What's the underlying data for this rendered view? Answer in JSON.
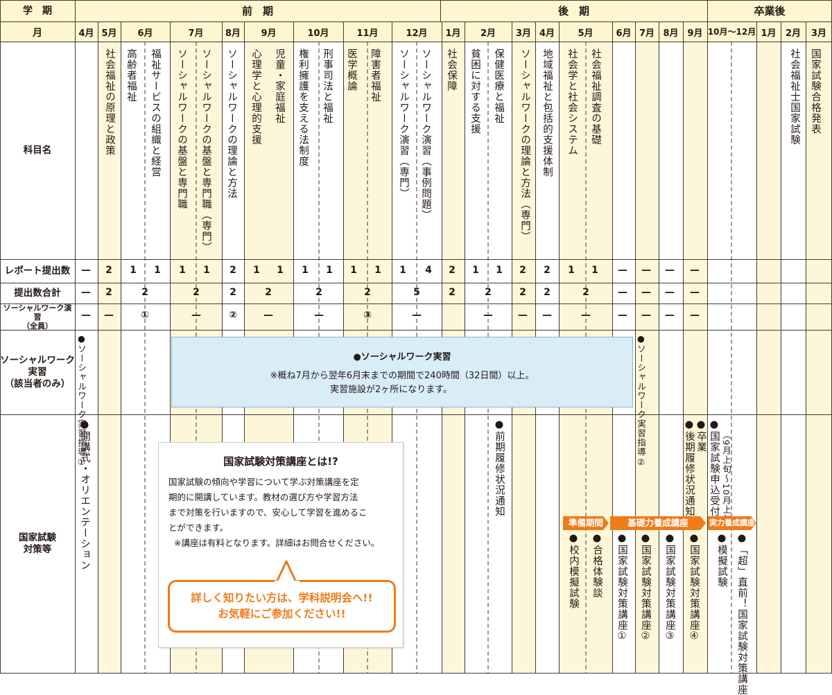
{
  "header": {
    "semester_label": "学　期",
    "semesters": [
      "前　期",
      "後　期",
      "卒業後"
    ],
    "month_label": "月",
    "months": [
      "4月",
      "5月",
      "6月",
      "7月",
      "8月",
      "9月",
      "10月",
      "11月",
      "12月",
      "1月",
      "2月",
      "3月",
      "4月",
      "5月",
      "6月",
      "7月",
      "8月",
      "9月",
      "10月〜12月",
      "1月",
      "2月",
      "3月"
    ]
  },
  "row_labels": {
    "subjects": "科目名",
    "reports": "レポート提出数",
    "total": "提出数合計",
    "sw_practice_line1": "ソーシャルワーク演習",
    "sw_practice_line2": "（全員）",
    "sw_field_line1": "ソーシャルワーク",
    "sw_field_line2": "実習",
    "sw_field_line3": "（該当者のみ）",
    "exam_line1": "国家試験",
    "exam_line2": "対策等"
  },
  "subjects": [
    "社会福祉の原理と政策",
    "高齢者福祉",
    "福祉サービスの組織と経営",
    "ソーシャルワークの基盤と専門職",
    "ソーシャルワークの基盤と専門職（専門）",
    "ソーシャルワークの理論と方法",
    "心理学と心理的支援",
    "児童・家庭福祉",
    "権利擁護を支える法制度",
    "刑事司法と福祉",
    "医学概論",
    "障害者福祉",
    "ソーシャルワーク演習（専門）",
    "ソーシャルワーク演習（事例問題）",
    "社会保障",
    "貧困に対する支援",
    "保健医療と福祉",
    "ソーシャルワークの理論と方法（専門）",
    "地域福祉と包括的支援体制",
    "社会学と社会システム",
    "社会福祉調査の基礎",
    "社会福祉士国家試験",
    "国家試験合格発表"
  ],
  "reports": [
    "—",
    "2",
    "1",
    "1",
    "1",
    "1",
    "2",
    "1",
    "1",
    "1",
    "1",
    "1",
    "1",
    "1",
    "4",
    "2",
    "1",
    "1",
    "2",
    "2",
    "1",
    "1",
    "—",
    "—",
    "—",
    "—"
  ],
  "totals": [
    "—",
    "2",
    "2",
    "2",
    "2",
    "2",
    "2",
    "2",
    "5",
    "2",
    "2",
    "2",
    "2",
    "2",
    "—",
    "—",
    "—",
    "—"
  ],
  "sw_practice": [
    "—",
    "—",
    "①",
    "—",
    "②",
    "—",
    "—",
    "③",
    "—",
    "—",
    "—",
    "—",
    "—",
    "—",
    "—",
    "—",
    "—",
    "—"
  ],
  "sw_field": {
    "guide1": "●ソーシャルワーク実習指導①",
    "guide2": "●ソーシャルワーク実習指導②",
    "box_title": "●ソーシャルワーク実習",
    "box_line1": "※概ね7月から翌年6月末までの期間で240時間（32日間）以上。",
    "box_line2": "実習施設が2ヶ所になります。"
  },
  "exam": {
    "orientation": "●開講式・オリエンテーション",
    "first_notice": "●前期履修状況通知",
    "second_notice": "●後期履修状況通知",
    "graduation": "●卒業",
    "application": "●国家試験申込受付",
    "application_period": "（9月上旬〜10月上旬）",
    "banner_prep": "準備期間",
    "banner_basic": "基礎力養成講座",
    "banner_practical": "実力養成講座",
    "mock_school": "●校内模擬試験",
    "pass_experience": "●合格体験談",
    "course1": "●国家試験対策講座①",
    "course2": "●国家試験対策講座②",
    "course3": "●国家試験対策講座③",
    "course4": "●国家試験対策講座④",
    "mock": "●模擬試験",
    "last_minute": "●「超」直前！国家試験対策講座"
  },
  "info_box": {
    "title": "国家試験対策講座とは!?",
    "body1": "国家試験の傾向や学習について学ぶ対策講座を定",
    "body2": "期的に開講しています。教材の選び方や学習方法",
    "body3": "まで対策を行いますので、安心して学習を進めるこ",
    "body4": "とができます。",
    "note": "※講座は有料となります。詳細はお問合せください。",
    "cta1": "詳しく知りたい方は、学科説明会へ!!",
    "cta2": "お気軽にご参加ください!!"
  },
  "colors": {
    "header_bg": "#fdf6cf",
    "stripe": "#fdf6d9",
    "grid": "#3e3a39",
    "accent": "#ef7b1a",
    "practice_box": "#d9edf7"
  }
}
